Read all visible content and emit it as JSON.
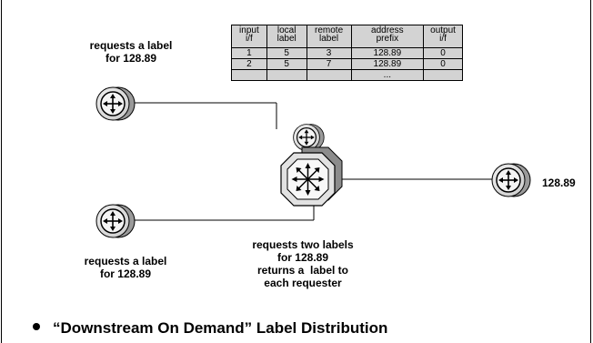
{
  "labels": {
    "top_left": [
      "requests a label",
      "for 128.89"
    ],
    "bottom_left": [
      "requests a label",
      "for 128.89"
    ],
    "center": [
      "requests two labels",
      "for 128.89",
      "returns a  label to",
      "each requester"
    ],
    "right": "128.89"
  },
  "table": {
    "headers": [
      [
        "input",
        "i/f"
      ],
      [
        "local",
        "label"
      ],
      [
        "remote",
        "label"
      ],
      [
        "address",
        "prefix"
      ],
      [
        "output",
        "i/f"
      ]
    ],
    "rows": [
      [
        "1",
        "5",
        "3",
        "128.89",
        "0"
      ],
      [
        "2",
        "5",
        "7",
        "128.89",
        "0"
      ],
      [
        "",
        "",
        "",
        "...",
        ""
      ]
    ]
  },
  "bullet": "“Downstream On Demand” Label Distribution"
}
